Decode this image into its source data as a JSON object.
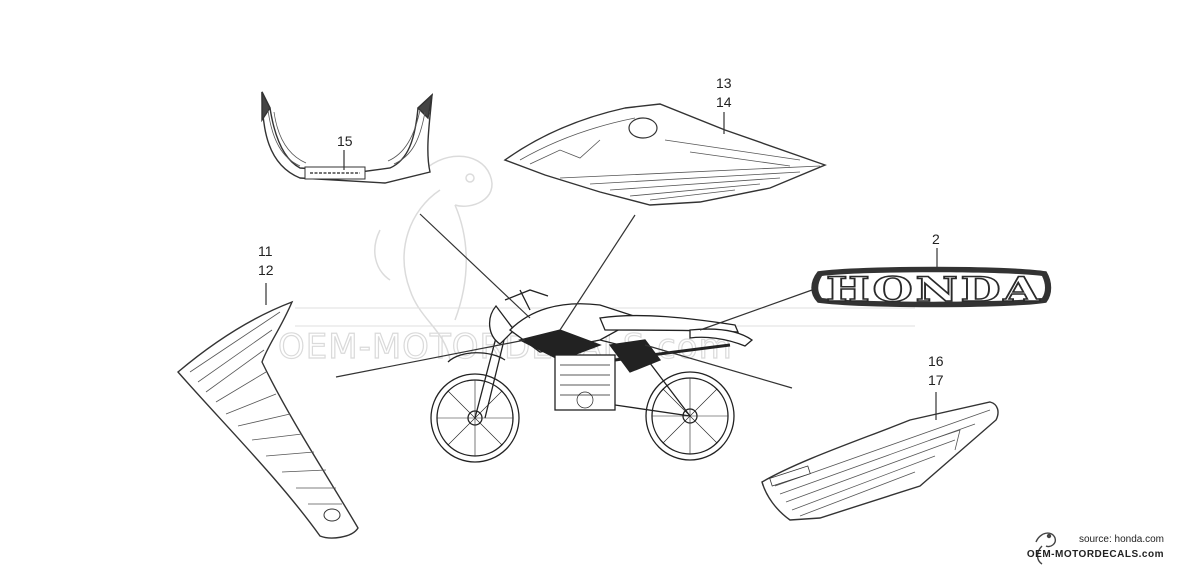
{
  "callouts": {
    "part_15": "15",
    "part_13": "13",
    "part_14": "14",
    "part_2": "2",
    "part_11": "11",
    "part_12": "12",
    "part_16": "16",
    "part_17": "17"
  },
  "honda_emblem_text": "HONDA",
  "watermark_text": "OEM-MOTORDECALS.com",
  "footer": {
    "source": "source: honda.com",
    "brand": "OEM-MOTORDECALS.com"
  },
  "colors": {
    "line": "#333333",
    "watermark": "#d6d6d6",
    "background": "#ffffff"
  }
}
